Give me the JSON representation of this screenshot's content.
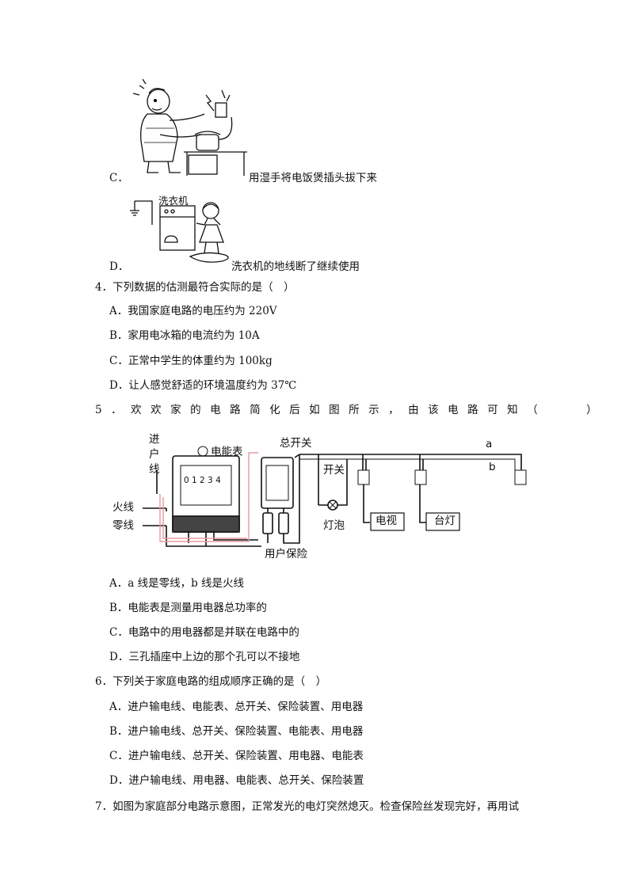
{
  "q3": {
    "c": {
      "letter": "C．",
      "text": "用湿手将电饭煲插头拔下来"
    },
    "d": {
      "letter": "D．",
      "text": "洗衣机的地线断了继续使用",
      "fig_label": "洗衣机"
    }
  },
  "q4": {
    "stem": "4．下列数据的估测最符合实际的是（　）",
    "options": [
      "A．我国家庭电路的电压约为 220V",
      "B．家用电冰箱的电流约为 10A",
      "C．正常中学生的体重约为 100kg",
      "D．让人感觉舒适的环境温度约为 37℃"
    ]
  },
  "q5": {
    "stem": "5．欢欢家的电路简化后如图所示，由该电路可知（　　）",
    "figure": {
      "incoming_line": "进户线",
      "meter": "电能表",
      "main_switch": "总开关",
      "live_wire": "火线",
      "neutral_wire": "零线",
      "switch": "开关",
      "bulb": "灯泡",
      "tv": "电视",
      "lamp": "台灯",
      "fuse": "用户保险",
      "wire_a": "a",
      "wire_b": "b",
      "meter_digits": "0 1 2 3 4"
    },
    "options": [
      "A．a 线是零线，b 线是火线",
      "B．电能表是测量用电器总功率的",
      "C．电路中的用电器都是并联在电路中的",
      "D．三孔插座中上边的那个孔可以不接地"
    ]
  },
  "q6": {
    "stem": "6．下列关于家庭电路的组成顺序正确的是（　）",
    "options": [
      "A．进户输电线、电能表、总开关、保险装置、用电器",
      "B．进户输电线、总开关、保险装置、电能表、用电器",
      "C．进户输电线、总开关、保险装置、用电器、电能表",
      "D．进户输电线、用电器、电能表、总开关、保险装置"
    ]
  },
  "q7": {
    "stem": "7．如图为家庭部分电路示意图，正常发光的电灯突然熄灭。检查保险丝发现完好，再用试"
  }
}
